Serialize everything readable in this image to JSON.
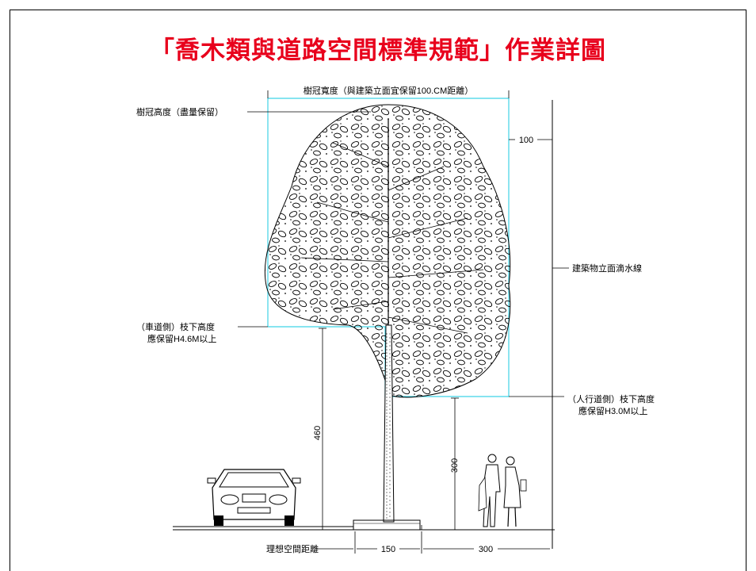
{
  "title": "「喬木類與道路空間標準規範」作業詳圖",
  "labels": {
    "crown_width": "樹冠寬度（與建築立面宜保留100.CM距離）",
    "crown_height": "樹冠高度（盡量保留）",
    "building_dripline": "建築物立面滴水線",
    "road_side_line1": "（車道側）枝下高度",
    "road_side_line2": "應保留H4.6M以上",
    "sidewalk_side_line1": "（人行道側）枝下高度",
    "sidewalk_side_line2": "應保留H3.0M以上",
    "ideal_distance": "理想空間距離"
  },
  "dimensions": {
    "top_offset": "100",
    "road_clearance": "460",
    "sidewalk_clearance": "300",
    "planting_width": "150",
    "sidewalk_width": "300"
  },
  "colors": {
    "title": "#e8001c",
    "crown_box": "#3fd3e6",
    "line": "#000000"
  }
}
